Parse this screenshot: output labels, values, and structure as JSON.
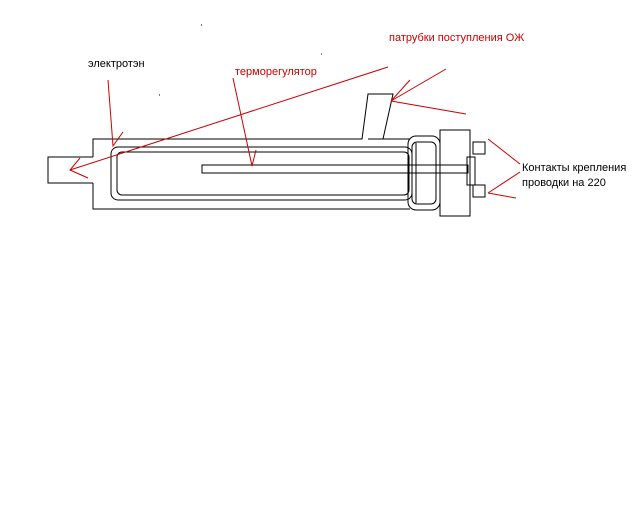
{
  "labels": {
    "heating_element": "электротэн",
    "thermostat": "терморегулятор",
    "coolant_inlets": "патрубки поступления ОЖ",
    "contacts_line1": "Контакты крепления",
    "contacts_line2": "проводки на 220"
  },
  "colors": {
    "outline": "#000000",
    "annotation": "#cc0000",
    "label_black": "#000000",
    "label_red": "#cc0000",
    "background": "#ffffff"
  }
}
